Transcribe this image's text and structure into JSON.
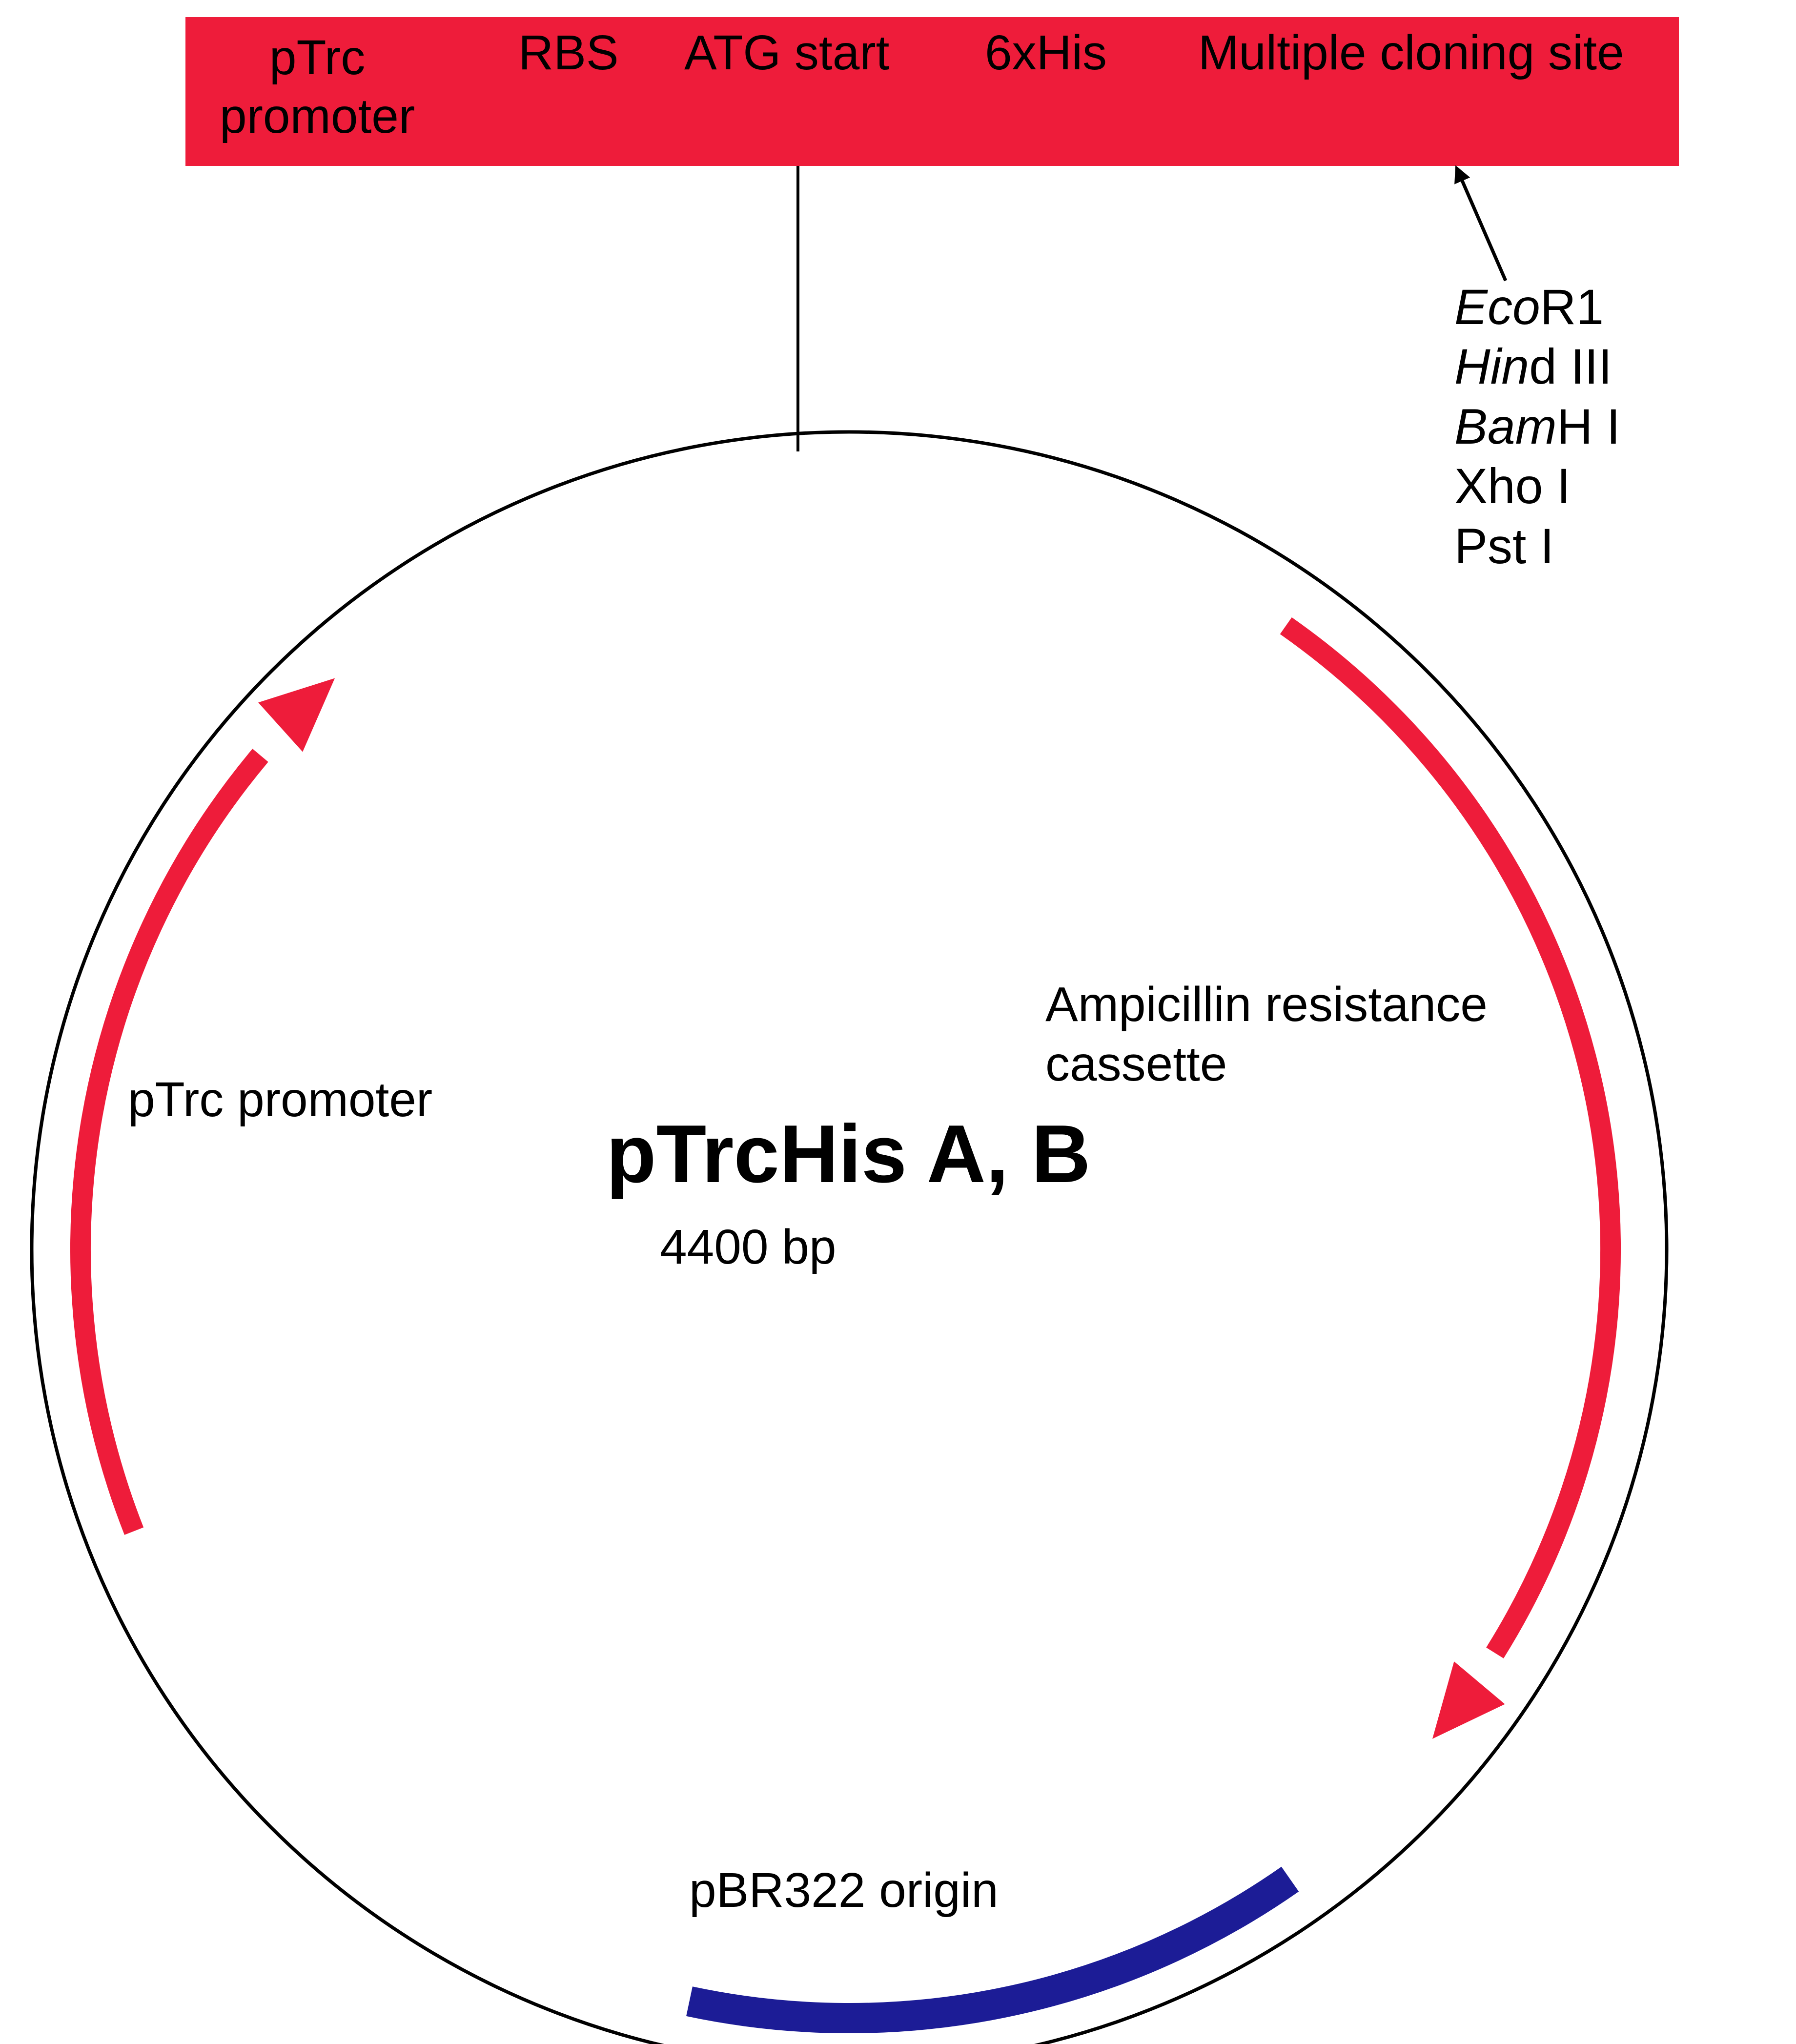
{
  "header_bar": {
    "fill_color": "#ee1c3a",
    "elements": [
      {
        "id": "ptrc",
        "text": "pTrc\npromoter"
      },
      {
        "id": "rbs",
        "text": "RBS"
      },
      {
        "id": "atg",
        "text": "ATG start"
      },
      {
        "id": "his",
        "text": "6xHis"
      },
      {
        "id": "mcs",
        "text": "Multiple cloning site"
      }
    ]
  },
  "restriction_sites": [
    {
      "italic": "Eco",
      "normal": "R1"
    },
    {
      "italic": "Hin",
      "normal": "d III"
    },
    {
      "italic": "Bam",
      "normal": "H I"
    },
    {
      "italic": "",
      "normal": "Xho I"
    },
    {
      "italic": "",
      "normal": "Pst I"
    }
  ],
  "plasmid": {
    "name": "pTrcHis A, B",
    "size": "4400 bp"
  },
  "features": [
    {
      "id": "ptrc-promoter",
      "label": "pTrc promoter",
      "color": "#ee1c3a"
    },
    {
      "id": "amp",
      "label": "Ampicillin resistance\ncassette",
      "color": "#ee1c3a"
    },
    {
      "id": "ori",
      "label": "pBR322 origin",
      "color": "#1c1c96"
    }
  ]
}
